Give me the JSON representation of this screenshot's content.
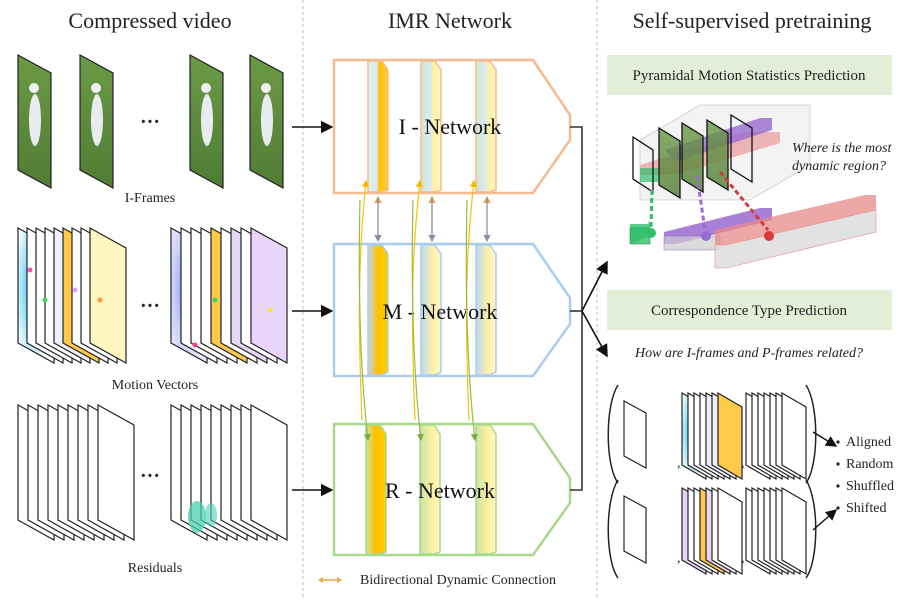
{
  "sections": {
    "compressed_video": {
      "title": "Compressed video",
      "rows": [
        {
          "name": "i-frames",
          "label": "I-Frames"
        },
        {
          "name": "motion-vectors",
          "label": "Motion Vectors"
        },
        {
          "name": "residuals",
          "label": "Residuals"
        }
      ],
      "ellipsis": "···"
    },
    "imr_network": {
      "title": "IMR Network",
      "networks": [
        {
          "name": "i-network",
          "label": "I - Network",
          "color": "#f7b98f"
        },
        {
          "name": "m-network",
          "label": "M - Network",
          "color": "#a9cdf0"
        },
        {
          "name": "r-network",
          "label": "R - Network",
          "color": "#a6d98a"
        }
      ],
      "legend": {
        "label": "Bidirectional Dynamic Connection",
        "icon": "double-arrow-icon",
        "color": "#e8a94a"
      }
    },
    "self_supervised": {
      "title": "Self-supervised pretraining",
      "task1": {
        "title": "Pyramidal Motion Statistics Prediction",
        "question": "Where is the most dynamic region?"
      },
      "task2": {
        "title": "Correspondence Type Prediction",
        "question": "How are I-frames and P-frames related?",
        "options": [
          "Aligned",
          "Random",
          "Shuffled",
          "Shifted"
        ]
      },
      "box_color": "#e3eed8"
    }
  },
  "colors": {
    "accent_yellow": "#ffc000",
    "pale_yellow": "#fff2a8",
    "frame_green": "#5b8a3a",
    "purple": "#8e5cc9",
    "red": "#e06060",
    "green": "#2fbf6a"
  }
}
